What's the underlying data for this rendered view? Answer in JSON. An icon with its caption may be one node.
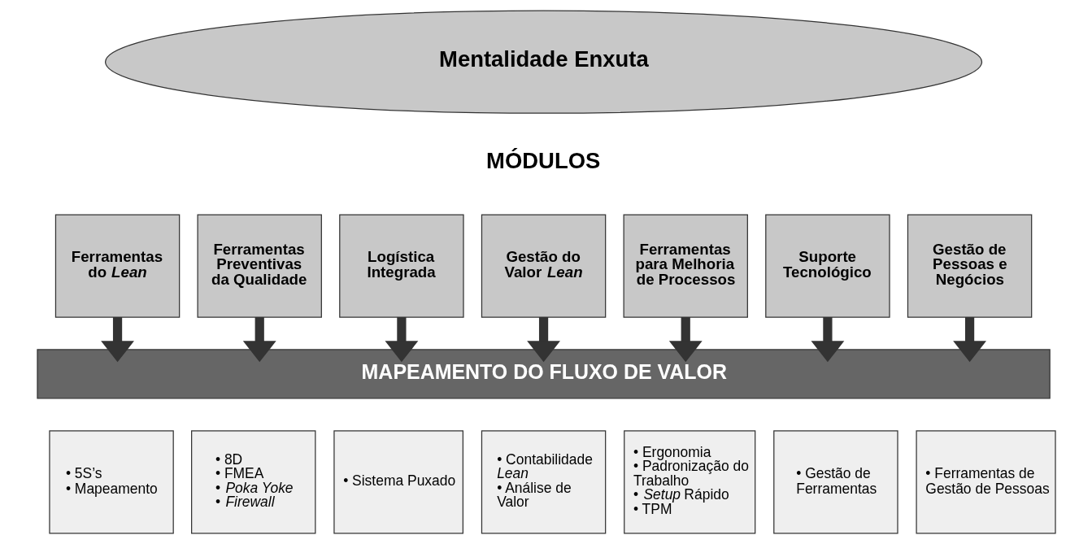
{
  "diagram": {
    "nodes": [
      {
        "text": [
          "Mentalidade Enxuta"
        ]
      },
      {
        "text": [
          "Ferramentas do *Lean*"
        ]
      },
      {
        "text": [
          "Ferramentas Preventivas da Qualidade"
        ]
      },
      {
        "text": [
          "Logística Integrada"
        ]
      },
      {
        "text": [
          "Gestão do Valor *Lean*"
        ]
      },
      {
        "text": [
          "Ferramentas para Melhoria de Processos"
        ]
      },
      {
        "text": [
          "Suporte Tecnológico"
        ]
      },
      {
        "text": [
          "Gestão de Pessoas e Negócios"
        ]
      },
      {
        "text": [
          "MAPEAMENTO DO FLUXO DE VALOR"
        ]
      },
      {
        "text": [
          "• 5S’s",
          "• Mapeamento"
        ]
      },
      {
        "text": [
          "• 8D",
          "• FMEA",
          "• *Poka Yoke*",
          "• *Firewall*"
        ]
      },
      {
        "text": [
          "• Sistema Puxado"
        ]
      },
      {
        "text": [
          "• Contabilidade *Lean*",
          "• Análise de Valor"
        ]
      },
      {
        "text": [
          "• Ergonomia",
          "• Padronização do Trabalho",
          "• *Setup* Rápido",
          "• TPM"
        ]
      },
      {
        "text": [
          "• Gestão de Ferramentas"
        ]
      },
      {
        "text": [
          "• Ferramentas de Gestão de Pessoas"
        ]
      }
    ],
    "edges": [
      {
        "from": 1,
        "to": 8,
        "arrow": "to"
      },
      {
        "from": 2,
        "to": 8,
        "arrow": "to"
      },
      {
        "from": 3,
        "to": 8,
        "arrow": "to"
      },
      {
        "from": 4,
        "to": 8,
        "arrow": "to"
      },
      {
        "from": 5,
        "to": 8,
        "arrow": "to"
      },
      {
        "from": 6,
        "to": 8,
        "arrow": "to"
      },
      {
        "from": 7,
        "to": 8,
        "arrow": "to"
      }
    ],
    "labels": [
      "MÓDULOS"
    ]
  }
}
